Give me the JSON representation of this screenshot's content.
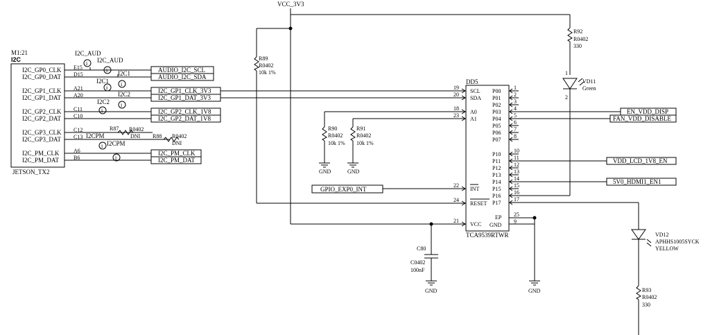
{
  "power": {
    "vcc": "VCC_3V3"
  },
  "jetson": {
    "ref": "M1:21",
    "name": "I2C",
    "part": "JETSON_TX2",
    "pins": [
      {
        "num": "E15",
        "label": "I2C_GP0_CLK"
      },
      {
        "num": "D15",
        "label": "I2C_GP0_DAT"
      },
      {
        "num": "A21",
        "label": "I2C_GP1_CLK"
      },
      {
        "num": "A20",
        "label": "I2C_GP1_DAT"
      },
      {
        "num": "C11",
        "label": "I2C_GP2_CLK"
      },
      {
        "num": "C10",
        "label": "I2C_GP2_DAT"
      },
      {
        "num": "C12",
        "label": "I2C_GP3_CLK"
      },
      {
        "num": "C13",
        "label": "I2C_GP3_DAT"
      },
      {
        "num": "A6",
        "label": "I2C_PM_CLK"
      },
      {
        "num": "B6",
        "label": "I2C_PM_DAT"
      }
    ]
  },
  "probes": {
    "aud_a": "I2C_AUD",
    "aud_b": "I2C_AUD",
    "aud_c": "I2C1",
    "c1": "I2C1",
    "c2": "I2C2",
    "c2b": "I2C2",
    "cpm1": "I2CPM",
    "cpm2": "I2CPM"
  },
  "nets": {
    "audio_scl": "AUDIO_I2C_SCL",
    "audio_sda": "AUDIO_I2C_SDA",
    "gp1_clk": "I2C_GP1_CLK_3V3",
    "gp1_dat": "I2C_GP1_DAT_3V3",
    "gp2_clk": "I2C_GP2_CLK_1V8",
    "gp2_dat": "I2C_GP2_DAT_1V8",
    "pm_clk": "I2C_PM_CLK",
    "pm_dat": "I2C_PM_DAT",
    "gpio_int": "GPIO_EXP0_INT",
    "en_vdd_disp": "EN_VDD_DISP",
    "fan_vdd": "FAN_VDD_DISABLE",
    "vdd_lcd": "VDD_LCD_1V8_EN",
    "hdmi_en": "5V0_HDMI1_EN1"
  },
  "resistors": {
    "r87": {
      "ref": "R87",
      "val": "R0402",
      "note": "DNI"
    },
    "r88": {
      "ref": "R88",
      "val": "R0402",
      "note": "DNI"
    },
    "r89": {
      "ref": "R89",
      "pkg": "R0402",
      "val": "10k 1%"
    },
    "r90": {
      "ref": "R90",
      "pkg": "R0402",
      "val": "10k 1%"
    },
    "r91": {
      "ref": "R91",
      "pkg": "R0402",
      "val": "10k 1%"
    },
    "r92": {
      "ref": "R92",
      "pkg": "R0402",
      "val": "330"
    },
    "r93": {
      "ref": "R93",
      "pkg": "R0402",
      "val": "330"
    }
  },
  "cap": {
    "ref": "C80",
    "pkg": "C0402",
    "val": "100nF"
  },
  "gnd": "GND",
  "leds": {
    "vd11": {
      "ref": "VD11",
      "color": "Green",
      "pin1": "1",
      "pin2": "2"
    },
    "vd12": {
      "ref": "VD12",
      "part": "APHHS1005SYCK",
      "color": "YELLOW"
    }
  },
  "ic": {
    "ref": "DD5",
    "part": "TCA9539RTWR",
    "left_pins": [
      {
        "num": "19",
        "name": "SCL"
      },
      {
        "num": "20",
        "name": "SDA"
      },
      {
        "num": "18",
        "name": "A0"
      },
      {
        "num": "23",
        "name": "A1"
      },
      {
        "num": "22",
        "name": "INT"
      },
      {
        "num": "24",
        "name": "RESET"
      },
      {
        "num": "21",
        "name": "VCC"
      }
    ],
    "right_pins": [
      {
        "num": "1",
        "name": "P00"
      },
      {
        "num": "2",
        "name": "P01"
      },
      {
        "num": "3",
        "name": "P02"
      },
      {
        "num": "4",
        "name": "P03"
      },
      {
        "num": "5",
        "name": "P04"
      },
      {
        "num": "6",
        "name": "P05"
      },
      {
        "num": "7",
        "name": "P06"
      },
      {
        "num": "8",
        "name": "P07"
      },
      {
        "num": "10",
        "name": "P10"
      },
      {
        "num": "11",
        "name": "P11"
      },
      {
        "num": "12",
        "name": "P12"
      },
      {
        "num": "13",
        "name": "P13"
      },
      {
        "num": "14",
        "name": "P14"
      },
      {
        "num": "15",
        "name": "P15"
      },
      {
        "num": "16",
        "name": "P16"
      },
      {
        "num": "17",
        "name": "P17"
      }
    ],
    "ep_num": "25",
    "ep": "EP",
    "gnd_num": "9",
    "gnd": "GND"
  }
}
